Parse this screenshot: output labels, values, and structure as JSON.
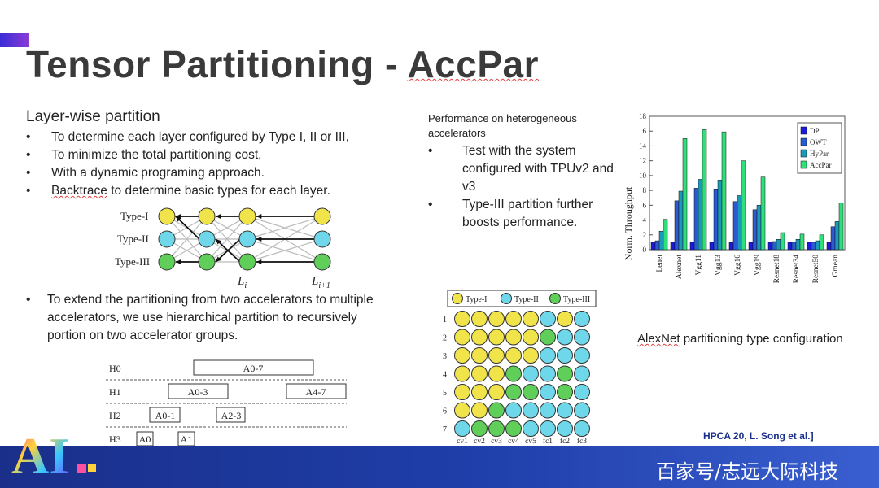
{
  "title_main": "Tensor Partitioning - ",
  "title_accent": "AccPar",
  "left": {
    "heading": "Layer-wise partition",
    "bullets": [
      "To determine each layer configured by Type I, II or III,",
      "To minimize the total partitioning cost,",
      "With a dynamic programing approach."
    ],
    "bullet4_word": "Backtrace",
    "bullet4_rest": " to determine basic types for each layer.",
    "extend_bullet": "To extend the partitioning from two accelerators to multiple accelerators, we use hierarchical partition to recursively portion on two accelerator groups."
  },
  "layer_diagram": {
    "type_labels": [
      "Type-I",
      "Type-II",
      "Type-III"
    ],
    "col_labels": [
      "L",
      "i",
      "L",
      "i+1"
    ],
    "colors": {
      "type1": "#f0e44a",
      "type2": "#6fd7ea",
      "type3": "#5fcf5a"
    }
  },
  "hierarchy": {
    "levels": [
      "H0",
      "H1",
      "H2",
      "H3"
    ],
    "boxes": [
      "A0-7",
      "A0-3",
      "A4-7",
      "A0-1",
      "A2-3",
      "A0",
      "A1"
    ]
  },
  "perf": {
    "heading": "Performance on heterogeneous accelerators",
    "bullets": [
      "Test with the system configured with TPUv2 and v3",
      "Type-III partition further boosts performance."
    ]
  },
  "grid": {
    "legend": [
      "Type-I",
      "Type-II",
      "Type-III"
    ],
    "row_labels": [
      "1",
      "2",
      "3",
      "4",
      "5",
      "6",
      "7"
    ],
    "col_labels": [
      "cv1",
      "cv2",
      "cv3",
      "cv4",
      "cv5",
      "fc1",
      "fc2",
      "fc3"
    ],
    "cells": [
      [
        1,
        1,
        1,
        1,
        1,
        2,
        1,
        2
      ],
      [
        1,
        1,
        1,
        1,
        1,
        3,
        2,
        2
      ],
      [
        1,
        1,
        1,
        1,
        1,
        2,
        2,
        2
      ],
      [
        1,
        1,
        1,
        3,
        2,
        2,
        3,
        2
      ],
      [
        1,
        1,
        1,
        3,
        3,
        2,
        3,
        2
      ],
      [
        1,
        1,
        3,
        2,
        2,
        2,
        2,
        2
      ],
      [
        2,
        3,
        3,
        3,
        2,
        2,
        2,
        2
      ]
    ]
  },
  "chart_data": {
    "type": "bar",
    "ylabel": "Norm. Throughput",
    "ylim": [
      0,
      18
    ],
    "yticks": [
      "0",
      "2",
      "4",
      "6",
      "8",
      "10",
      "12",
      "14",
      "16",
      "18"
    ],
    "categories": [
      "Lenet",
      "Alexnet",
      "Vgg11",
      "Vgg13",
      "Vgg16",
      "Vgg19",
      "Resnet18",
      "Resnet34",
      "Resnet50",
      "Gmean"
    ],
    "series": [
      {
        "name": "DP",
        "color": "#1a1ae0",
        "values": [
          1,
          1,
          1,
          1,
          1,
          1,
          1,
          1,
          1,
          1
        ]
      },
      {
        "name": "OWT",
        "color": "#2a5bd0",
        "values": [
          1.2,
          6.6,
          8.3,
          8.2,
          6.5,
          5.4,
          1.1,
          1.0,
          1.0,
          3.1
        ]
      },
      {
        "name": "HyPar",
        "color": "#1a9ab8",
        "values": [
          2.5,
          7.9,
          9.5,
          9.4,
          7.3,
          6.0,
          1.4,
          1.4,
          1.2,
          3.8
        ]
      },
      {
        "name": "AccPar",
        "color": "#2fe07a",
        "values": [
          4.1,
          15.0,
          16.2,
          15.9,
          12.0,
          9.8,
          2.3,
          2.1,
          2.0,
          6.3
        ]
      }
    ],
    "legend_position": "top-right"
  },
  "caption_word": "AlexNet",
  "caption_rest": " partitioning type configuration",
  "citation": "HPCA 20, L. Song et al.]",
  "watermark": "百家号/志远大际科技",
  "logo_text": "AI"
}
